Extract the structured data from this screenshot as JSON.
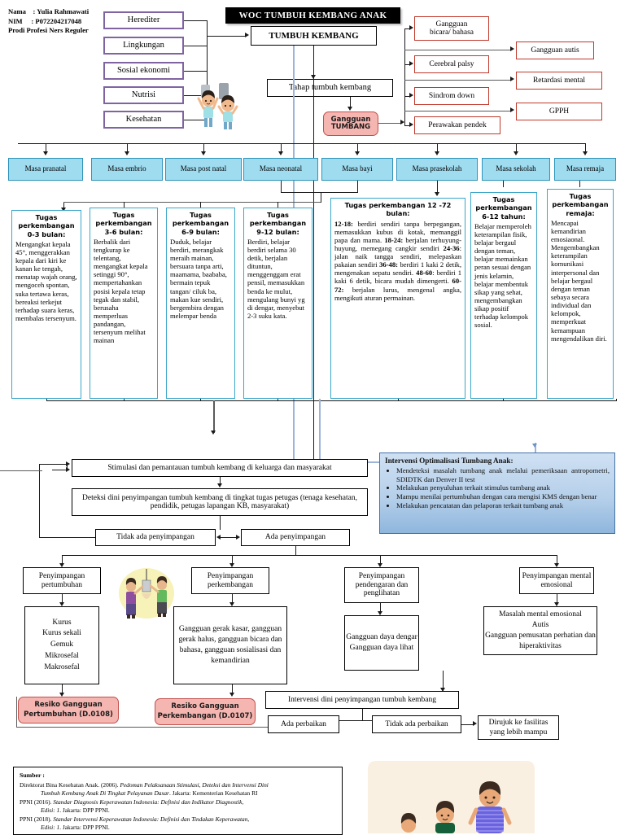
{
  "header": {
    "student_info": "Nama    : Yulia Rahmawati\nNIM     : P072204217048\nProdi Profesi Ners Reguler",
    "title": "WOC TUMBUH KEMBANG ANAK"
  },
  "factors": {
    "items": [
      {
        "label": "Herediter"
      },
      {
        "label": "Lingkungan"
      },
      {
        "label": "Sosial ekonomi"
      },
      {
        "label": "Nutrisi"
      },
      {
        "label": "Kesehatan"
      }
    ]
  },
  "core": {
    "main": "TUMBUH KEMBANG",
    "stage_node": "Tahap tumbuh kembang",
    "disorder_node": "Gangguan\nTUMBANG"
  },
  "disorders": {
    "primary": [
      {
        "label": "Gangguan\nbicara/ bahasa"
      },
      {
        "label": "Cerebral palsy"
      },
      {
        "label": "Sindrom down"
      },
      {
        "label": "Perawakan pendek"
      }
    ],
    "secondary": [
      {
        "label": "Gangguan autis"
      },
      {
        "label": "Retardasi mental"
      },
      {
        "label": "GPPH"
      }
    ]
  },
  "periods": {
    "items": [
      {
        "label": "Masa pranatal"
      },
      {
        "label": "Masa embrio"
      },
      {
        "label": "Masa post natal"
      },
      {
        "label": "Masa neonatal"
      },
      {
        "label": "Masa bayi"
      },
      {
        "label": "Masa prasekolah"
      },
      {
        "label": "Masa sekolah"
      },
      {
        "label": "Masa remaja"
      }
    ]
  },
  "tasks": {
    "items": [
      {
        "heading": "Tugas perkembangan 0-3 bulan:",
        "body": "Mengangkat kepala 45°, menggerakkan kepala dari kiri ke kanan ke tengah, menatap wajah orang, mengoceh spontan, suka tertawa keras, bereaksi terkejut terhadap suara keras, membalas tersenyum."
      },
      {
        "heading": "Tugas perkembangan 3-6 bulan:",
        "body": "Berbalik dari tengkurap ke telentang, mengangkat kepala setinggi 90°, mempertahankan posisi kepala tetap tegak dan stabil, berusaha memperluas pandangan, tersenyum melihat mainan"
      },
      {
        "heading": "Tugas perkembangan 6-9 bulan:",
        "body": "Duduk, belajar berdiri, merangkak meraih mainan, bersuara tanpa arti, maamama, baababa, bermain tepuk tangan/ ciluk ba, makan kue sendiri, bergembira dengan melempar benda"
      },
      {
        "heading": "Tugas perkembangan 9-12 bulan:",
        "body": "Berdiri, belajar berdiri selama 30 detik, berjalan dituntun, menggenggam erat pensil, memasukkan benda ke mulut, mengulang bunyi yg di dengar, menyebut 2-3 suku kata."
      },
      {
        "heading": "Tugas perkembangan 12 -72 bulan:",
        "ranges": [
          {
            "age": "12-18:",
            "text": " berdiri sendiri tanpa berpegangan, memasukkan kubus di kotak, memanggil papa dan mama."
          },
          {
            "age": "18-24:",
            "text": " berjalan terhuyung-huyung, memegang cangkir sendiri"
          },
          {
            "age": "24-36",
            "text": ": jalan naik tangga sendiri, melepaskan pakaian sendiri"
          },
          {
            "age": "36-48:",
            "text": " berdiri 1 kaki 2 detik, mengenakan sepatu sendiri."
          },
          {
            "age": "48-60",
            "text": ": berdiri 1 kaki 6 detik, bicara mudah dimengerti."
          },
          {
            "age": "60-72:",
            "text": " berjalan lurus, mengenal angka, mengikuti aturan permainan."
          }
        ]
      },
      {
        "heading": "Tugas perkembangan 6-12 tahun:",
        "body": "Belajar memperoleh keterampilan fisik, belajar bergaul dengan teman, belajar memainkan peran sesuai dengan jenis kelamin, belajar membentuk sikap yang sehat, mengembangkan sikap positif terhadap kelompok sosial."
      },
      {
        "heading": "Tugas perkembangan remaja:",
        "body": "Mencapai kemandirian emosiaonal. Mengembangkan keterampilan komunikasi interpersonal dan belajar bergaul dengan teman sebaya secara individual dan kelompok, memperkuat kemampuan mengendalikan diri."
      }
    ]
  },
  "intervention": {
    "title": "Intervensi Optimalisasi Tumbang Anak:",
    "bullets": [
      "Mendeteksi masalah tumbang anak melalui pemeriksaan antropometri, SDIDTK dan Denver II test",
      "Melakukan penyuluhan terkait stimulus tumbang anak",
      "Mampu menilai pertumbuhan dengan cara mengisi KMS dengan benar",
      "Melakukan pencatatan dan pelaporan terkait tumbang anak"
    ]
  },
  "flow": {
    "stimulasi": "Stimulasi dan pemantauan tumbuh kembang di keluarga dan masyarakat",
    "deteksi": "Deteksi dini penyimpangan tumbuh kembang di tingkat tugas petugas (tenaga kesehatan, pendidik, petugas lapangan KB, masyarakat)",
    "tidak_ada_penyimpangan": "Tidak ada penyimpangan",
    "ada_penyimpangan": "Ada penyimpangan",
    "branches": [
      {
        "title": "Penyimpangan pertumbuhan",
        "detail": "Kurus\nKurus sekali\nGemuk\nMikrosefal\nMakrosefal",
        "risk": "Resiko Gangguan\nPertumbuhan (D.0108)"
      },
      {
        "title": "Penyimpangan perkembangan",
        "detail": "Gangguan gerak kasar, gangguan gerak halus, gangguan bicara dan bahasa, gangguan sosialisasi dan kemandirian",
        "risk": "Resiko Gangguan\nPerkembangan (D.0107)"
      },
      {
        "title": "Penyimpangan pendengaran dan penglihatan",
        "detail": "Gangguan daya dengar\nGangguan daya lihat",
        "risk": ""
      },
      {
        "title": "Penyimpangan mental emosional",
        "detail": "Masalah mental emosional\nAutis\nGangguan pemusatan perhatian dan hiperaktivitas",
        "risk": ""
      }
    ],
    "intervensi_dini": "Intervensi dini penyimpangan tumbuh kembang",
    "ada_perbaikan": "Ada perbaikan",
    "tidak_ada_perbaikan": "Tidak ada perbaikan",
    "dirujuk": "Dirujuk ke fasilitas\nyang lebih mampu"
  },
  "source": {
    "title": "Sumber :",
    "refs": [
      {
        "a": "Direktorat Bina Kesehatan Anak. (2006). ",
        "i": "Pedoman Pelaksanaan Stimulasi, Deteksi dan Intervensi Dini",
        "b": "",
        "ind_i": "Tumbuh Kembang Anak Di Tingkat Pelayanan Dasar",
        "ind_b": ". Jakarta: Kementerian Kesehatan RI"
      },
      {
        "a": "PPNI (2016). ",
        "i": "Standar Diagnosis Keperawatan Indonesia: Definisi dan Indikator Diagnostik,",
        "b": "",
        "ind_i": "Edisi: 1",
        "ind_b": ". Jakarta: DPP PPNI."
      },
      {
        "a": "PPNI (2018). ",
        "i": "Standar Intervensi Keperawatan Indonesia: Definisi dan Tindakan Keperawatan,",
        "b": "",
        "ind_i": "Edisi: 1",
        "ind_b": ". Jakarta: DPP PPNI."
      }
    ]
  },
  "colors": {
    "purple_border": "#8064a2",
    "red_border": "#c0392b",
    "blue_fill": "#9fdcf0",
    "teal_border": "#3aa6c9",
    "pink_fill": "#f5b5b0",
    "intervention_fill": "#b6d0ea",
    "title_bg": "#000000"
  }
}
